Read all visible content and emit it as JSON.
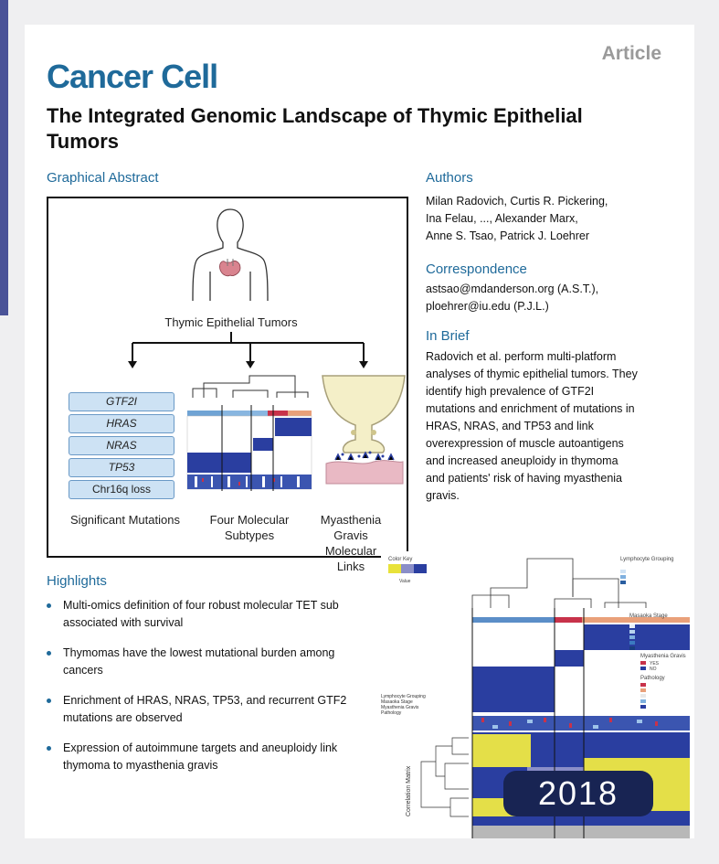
{
  "article_type": "Article",
  "journal": "Cancer Cell",
  "title": "The Integrated Genomic Landscape of Thymic Epithelial Tumors",
  "graphical_abstract": {
    "heading": "Graphical Abstract",
    "tumor_label": "Thymic Epithelial Tumors",
    "mutations": [
      "GTF2I",
      "HRAS",
      "NRAS",
      "TP53",
      "Chr16q loss"
    ],
    "col1_caption": "Significant Mutations",
    "col2_caption": "Four Molecular Subtypes",
    "col3_caption": "Myasthenia Gravis Molecular Links"
  },
  "authors": {
    "heading": "Authors",
    "lines": [
      "Milan Radovich, Curtis R. Pickering,",
      "Ina Felau, ..., Alexander Marx,",
      "Anne S. Tsao, Patrick J. Loehrer"
    ]
  },
  "correspondence": {
    "heading": "Correspondence",
    "lines": [
      "astsao@mdanderson.org (A.S.T.),",
      "ploehrer@iu.edu (P.J.L.)"
    ]
  },
  "in_brief": {
    "heading": "In Brief",
    "lines": [
      "Radovich et al. perform multi-platform",
      "analyses of thymic epithelial tumors. They",
      "identify high prevalence of GTF2I",
      "mutations and enrichment of mutations in",
      "HRAS, NRAS, and TP53 and link",
      "overexpression of muscle autoantigens",
      "and increased aneuploidy in thymoma",
      "and patients' risk of having myasthenia",
      "gravis."
    ]
  },
  "highlights": {
    "heading": "Highlights",
    "items": [
      {
        "line1": "Multi-omics definition of four robust molecular TET sub",
        "line2": "associated with survival"
      },
      {
        "line1": "Thymomas have the lowest mutational burden among",
        "line2": "cancers"
      },
      {
        "line1": "Enrichment of HRAS, NRAS, TP53, and recurrent GTF2",
        "line2": "mutations are observed"
      },
      {
        "line1": "Expression of autoimmune targets and aneuploidy link",
        "line2": "thymoma to myasthenia gravis"
      }
    ]
  },
  "heatmap_overlay": {
    "color_key": "Color Key",
    "value_label": "Value",
    "legend_lymphocyte": "Lymphocyte Grouping",
    "legend_masaoka": "Masaoka Stage",
    "legend_mg": "Myasthenia Gravis",
    "mg_yes": "YES",
    "mg_no": "NO",
    "legend_pathology": "Pathology",
    "row_lymphocyte": "Lymphocyte Grouping",
    "row_masaoka": "Masaoka Stage",
    "row_mg": "Myasthenia Gravis",
    "row_pathology": "Pathology",
    "side_label": "Correlation Matrix"
  },
  "year_badge": "2018",
  "colors": {
    "accent": "#1f6a9a",
    "badge": "#182453",
    "sidebar": "#4a5398"
  }
}
